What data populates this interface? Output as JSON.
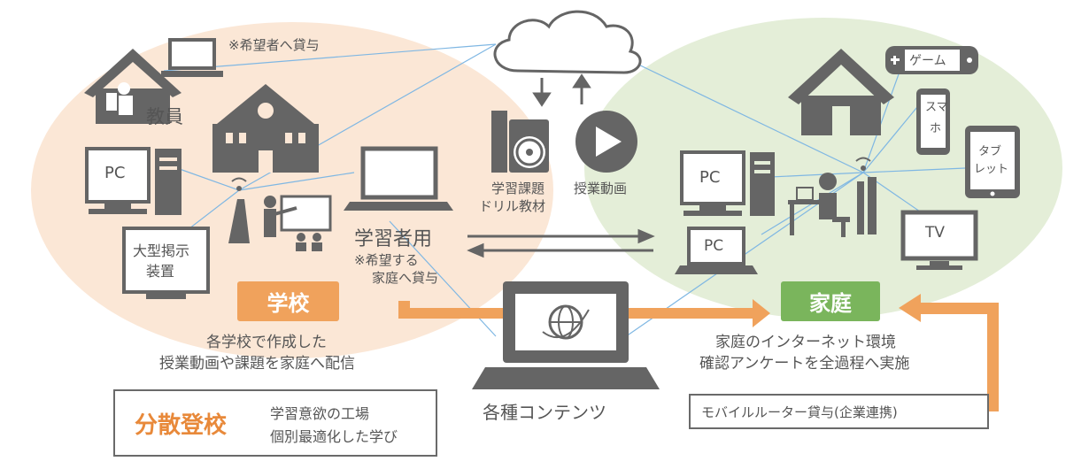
{
  "colors": {
    "school_bg": "#fbe7d6",
    "home_bg": "#e4eed8",
    "orange": "#f0a25c",
    "green": "#7ab55c",
    "icon_gray": "#656565",
    "line_blue": "#7fb7e3"
  },
  "school": {
    "teacher_note": "※希望者へ貸与",
    "teacher_label": "教員",
    "pc_label": "PC",
    "display_label_line1": "大型掲示",
    "display_label_line2": "装置",
    "student_label": "学習者用",
    "student_note_line1": "※希望する",
    "student_note_line2": "家庭へ貸与",
    "badge": "学校",
    "desc_line1": "各学校で作成した",
    "desc_line2": "授業動画や課題を家庭へ配信"
  },
  "cloud": {
    "drill_line1": "学習課題",
    "drill_line2": "ドリル教材",
    "video_label": "授業動画"
  },
  "center": {
    "contents_label": "各種コンテンツ"
  },
  "home": {
    "game_label": "ゲーム",
    "phone_line1": "スマ",
    "phone_line2": "ホ",
    "tablet_line1": "タブ",
    "tablet_line2": "レット",
    "tv_label": "TV",
    "pc_label_desktop": "PC",
    "pc_label_laptop": "PC",
    "badge": "家庭",
    "desc_line1": "家庭のインターネット環境",
    "desc_line2": "確認アンケートを全過程へ実施",
    "router_box": "モバイルルーター貸与(企業連携)"
  },
  "bunsan": {
    "title": "分散登校",
    "line1": "学習意欲の工場",
    "line2": "個別最適化した学び"
  }
}
